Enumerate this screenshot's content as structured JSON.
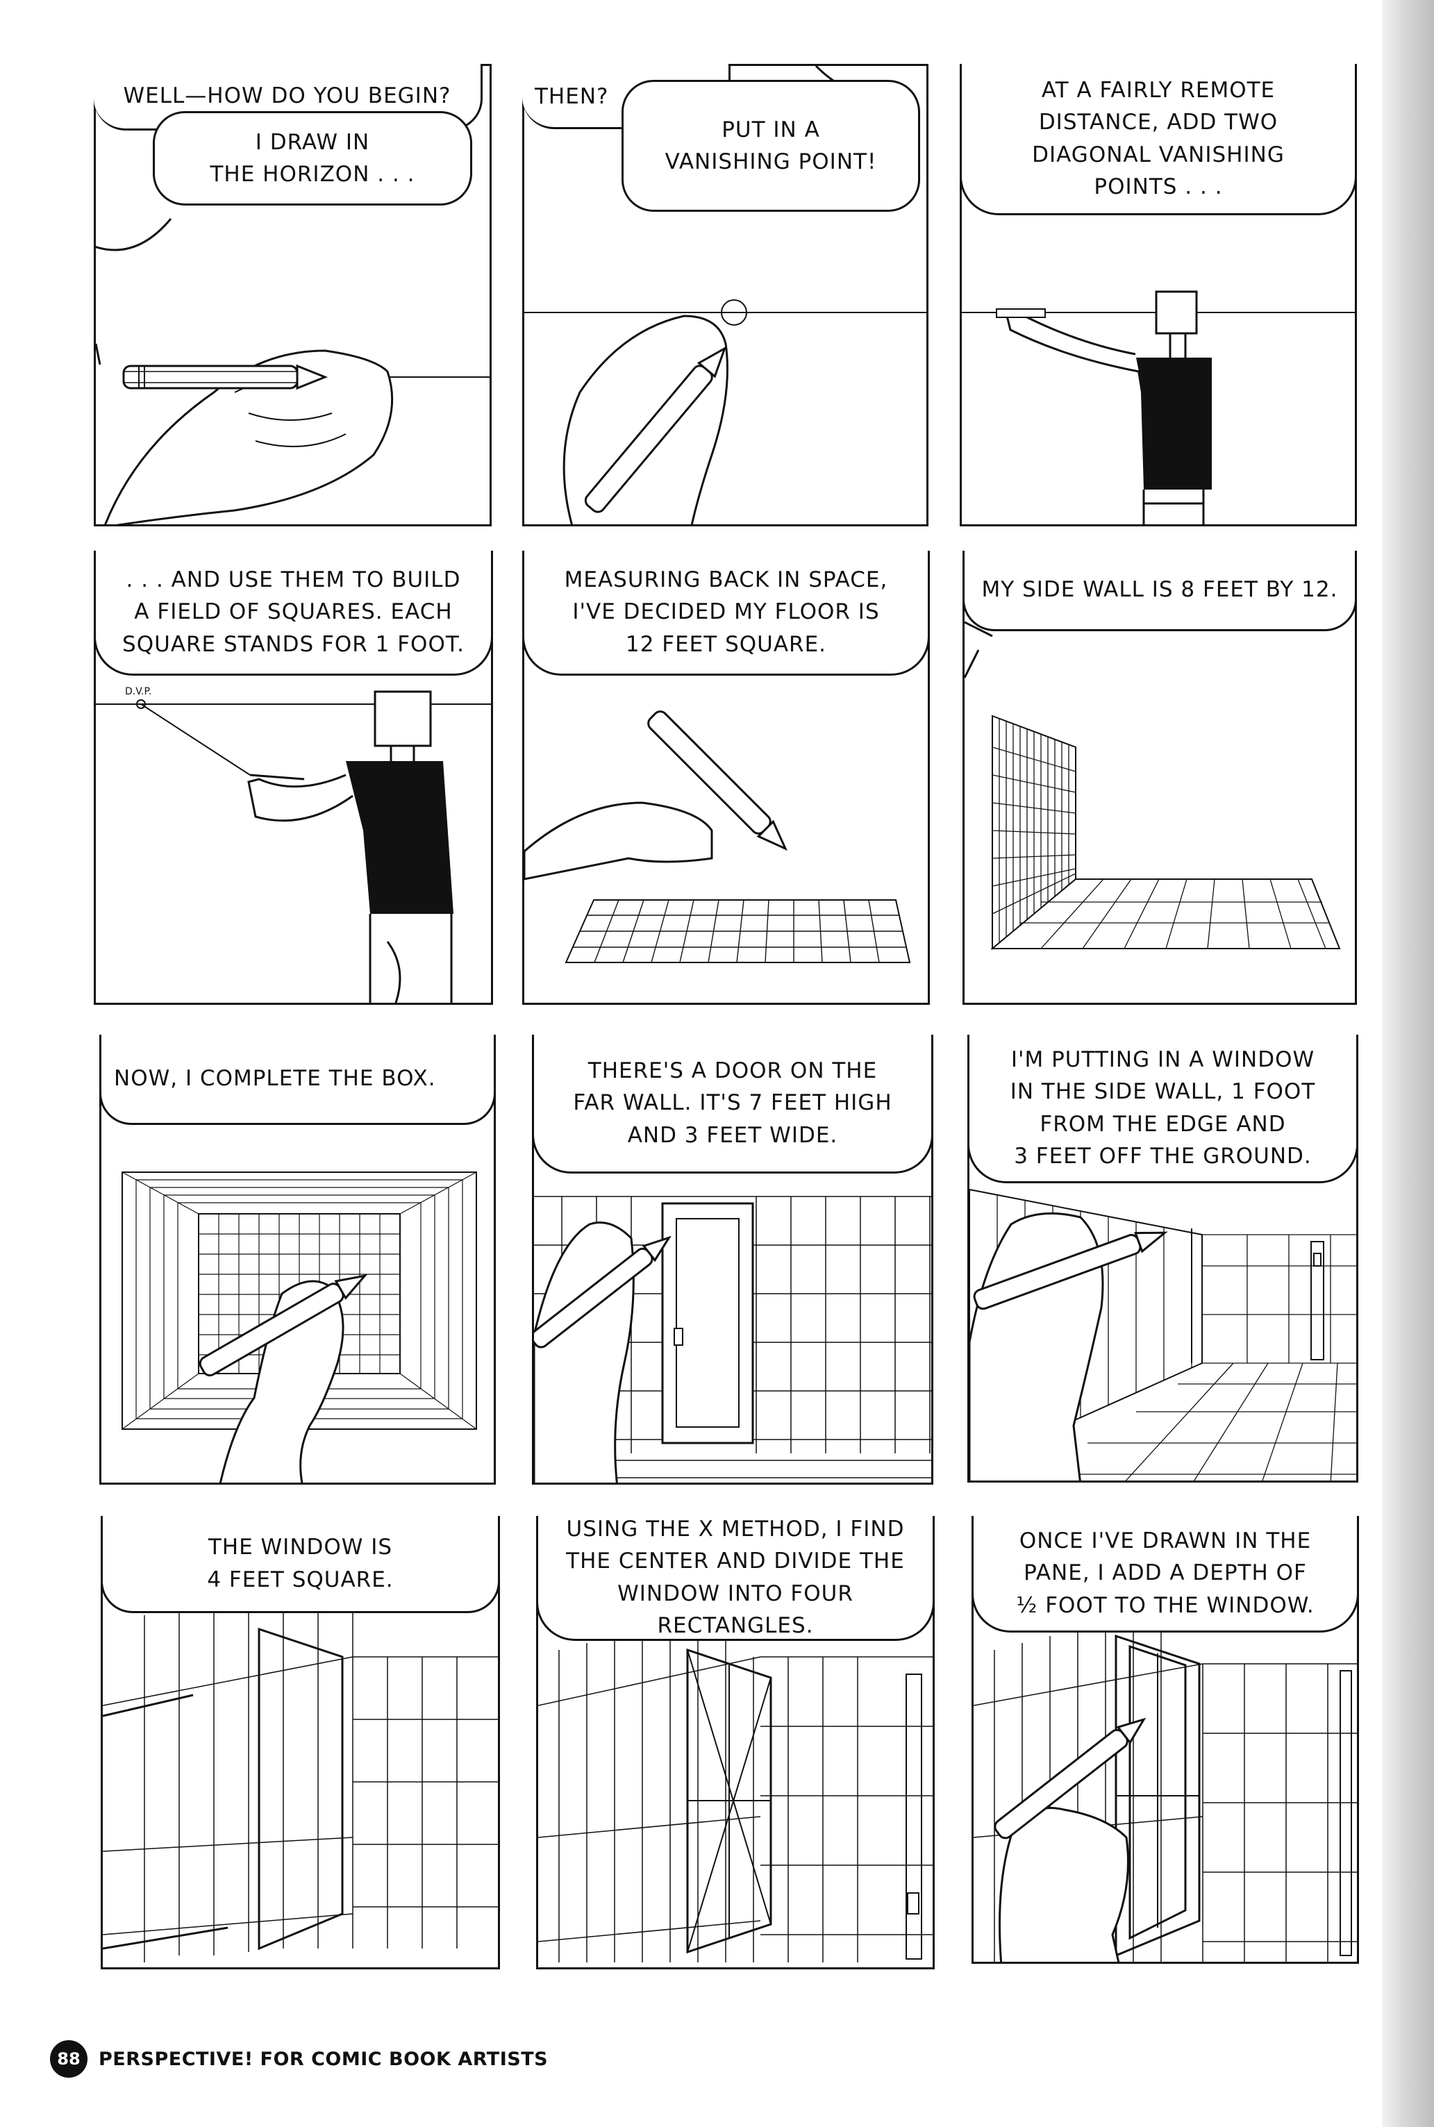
{
  "panels": [
    {
      "id": "p1",
      "bubbles": [
        "WELL—HOW DO YOU BEGIN?",
        "I DRAW IN\nTHE HORIZON . . ."
      ]
    },
    {
      "id": "p2",
      "bubbles": [
        "THEN?",
        "PUT IN A\nVANISHING POINT!"
      ]
    },
    {
      "id": "p3",
      "bubbles": [
        "AT A FAIRLY REMOTE\nDISTANCE, ADD TWO\nDIAGONAL VANISHING\nPOINTS . . ."
      ]
    },
    {
      "id": "p4",
      "bubbles": [
        ". . . AND USE THEM TO BUILD\nA FIELD OF SQUARES. EACH\nSQUARE STANDS FOR 1 FOOT."
      ],
      "label": "D.V.P."
    },
    {
      "id": "p5",
      "bubbles": [
        "MEASURING BACK IN SPACE,\nI'VE DECIDED MY FLOOR IS\n12 FEET SQUARE."
      ]
    },
    {
      "id": "p6",
      "bubbles": [
        "MY SIDE WALL IS 8 FEET BY 12."
      ]
    },
    {
      "id": "p7",
      "bubbles": [
        "NOW, I COMPLETE THE BOX."
      ]
    },
    {
      "id": "p8",
      "bubbles": [
        "THERE'S A DOOR ON THE\nFAR WALL. IT'S 7 FEET HIGH\nAND 3 FEET WIDE."
      ]
    },
    {
      "id": "p9",
      "bubbles": [
        "I'M PUTTING IN A WINDOW\nIN THE SIDE WALL, 1 FOOT\nFROM THE EDGE AND\n3 FEET OFF THE GROUND."
      ]
    },
    {
      "id": "p10",
      "bubbles": [
        "THE WINDOW IS\n4 FEET SQUARE."
      ]
    },
    {
      "id": "p11",
      "bubbles": [
        "USING THE X METHOD, I FIND\nTHE CENTER AND DIVIDE THE\nWINDOW INTO FOUR\nRECTANGLES."
      ]
    },
    {
      "id": "p12",
      "bubbles": [
        "ONCE I'VE DRAWN IN THE\nPANE, I ADD A DEPTH OF\n½ FOOT TO THE WINDOW."
      ]
    }
  ],
  "footer": {
    "page_number": "88",
    "book_title": "PERSPECTIVE! FOR COMIC BOOK ARTISTS"
  },
  "colors": {
    "ink": "#111111",
    "paper": "#ffffff",
    "shirt": "#111111"
  }
}
